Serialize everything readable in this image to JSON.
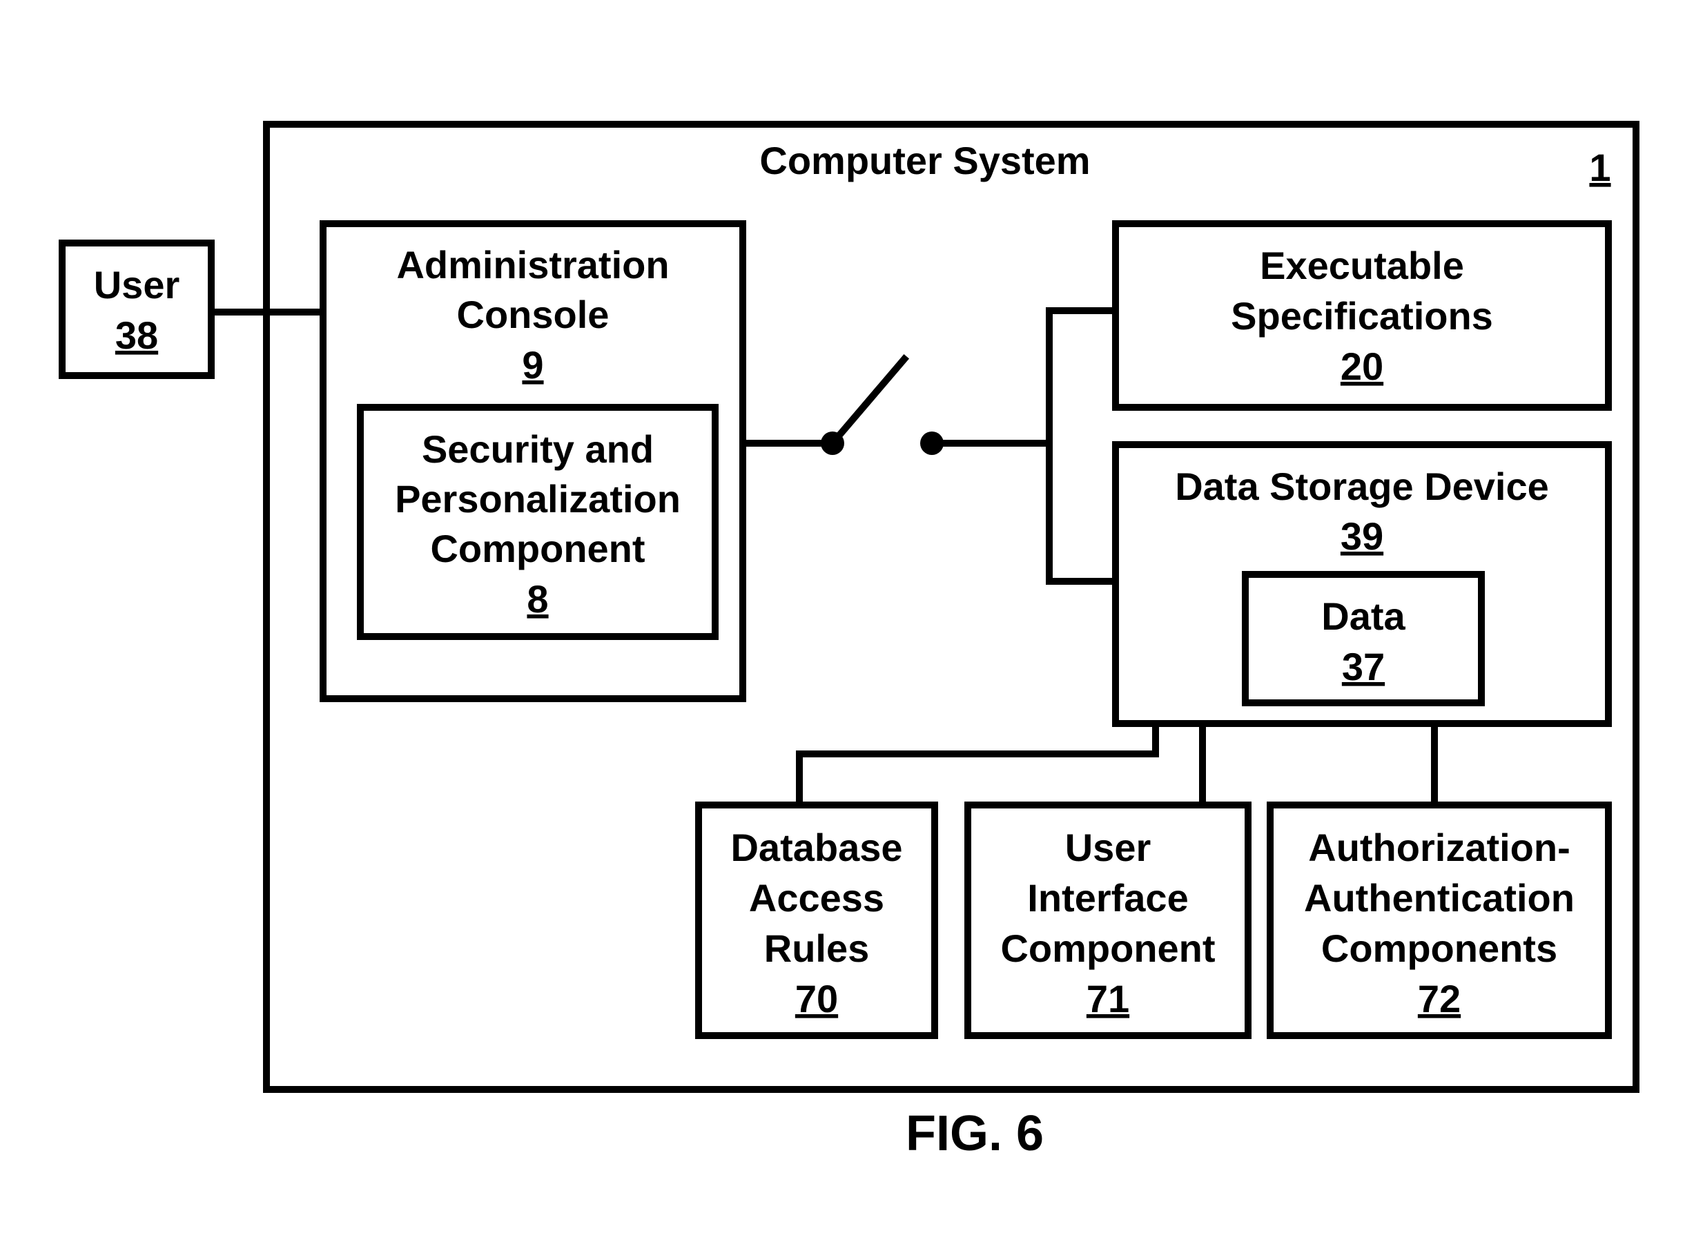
{
  "computer_system": {
    "label": "Computer System",
    "ref": "1"
  },
  "user": {
    "label": "User",
    "ref": "38"
  },
  "admin_console": {
    "line1": "Administration",
    "line2": "Console",
    "ref": "9"
  },
  "security_component": {
    "line1": "Security and",
    "line2": "Personalization",
    "line3": "Component",
    "ref": "8"
  },
  "executable_specs": {
    "line1": "Executable",
    "line2": "Specifications",
    "ref": "20"
  },
  "data_storage": {
    "label": "Data Storage Device",
    "ref": "39"
  },
  "data": {
    "label": "Data",
    "ref": "37"
  },
  "db_access_rules": {
    "line1": "Database",
    "line2": "Access",
    "line3": "Rules",
    "ref": "70"
  },
  "ui_component": {
    "line1": "User",
    "line2": "Interface",
    "line3": "Component",
    "ref": "71"
  },
  "auth_components": {
    "line1": "Authorization-",
    "line2": "Authentication",
    "line3": "Components",
    "ref": "72"
  },
  "figure_caption": "FIG. 6"
}
